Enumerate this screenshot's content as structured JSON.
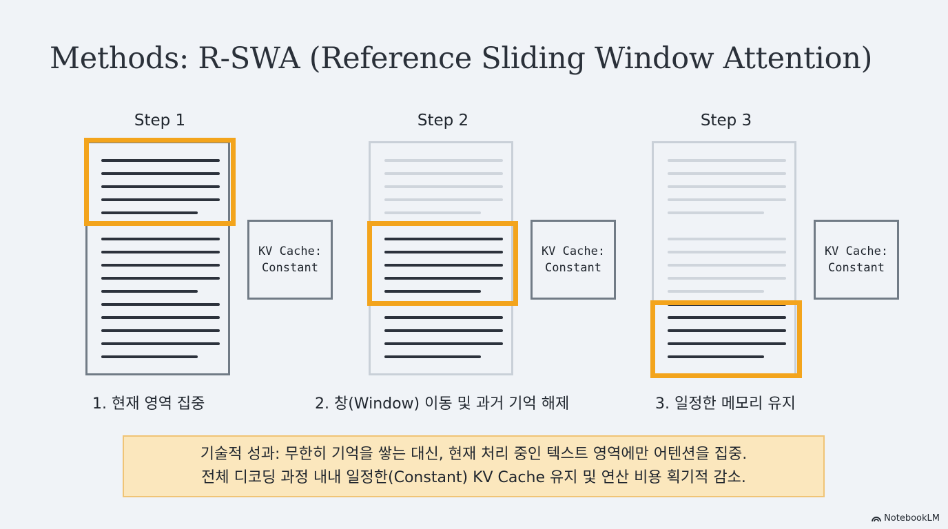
{
  "title": "Methods: R-SWA (Reference Sliding Window Attention)",
  "steps": [
    {
      "label": "Step 1",
      "caption": "1. 현재 영역 집중",
      "kv_line1": "KV Cache:",
      "kv_line2": "Constant"
    },
    {
      "label": "Step 2",
      "caption": "2. 창(Window) 이동 및 과거 기억 해제",
      "kv_line1": "KV Cache:",
      "kv_line2": "Constant"
    },
    {
      "label": "Step 3",
      "caption": "3. 일정한 메모리 유지",
      "kv_line1": "KV Cache:",
      "kv_line2": "Constant"
    }
  ],
  "summary": {
    "line1": "기술적 성과: 무한히 기억을 쌓는 대신, 현재 처리 중인 텍스트 영역에만 어텐션을 집중.",
    "line2": "전체 디코딩 과정 내내 일정한(Constant) KV Cache 유지 및 연산 비용 획기적 감소."
  },
  "brand": "NotebookLM",
  "colors": {
    "window_highlight": "#f3a41c",
    "summary_background": "#fbe7bd",
    "active_line": "#2c323c",
    "faded_line": "#cfd5dc"
  }
}
